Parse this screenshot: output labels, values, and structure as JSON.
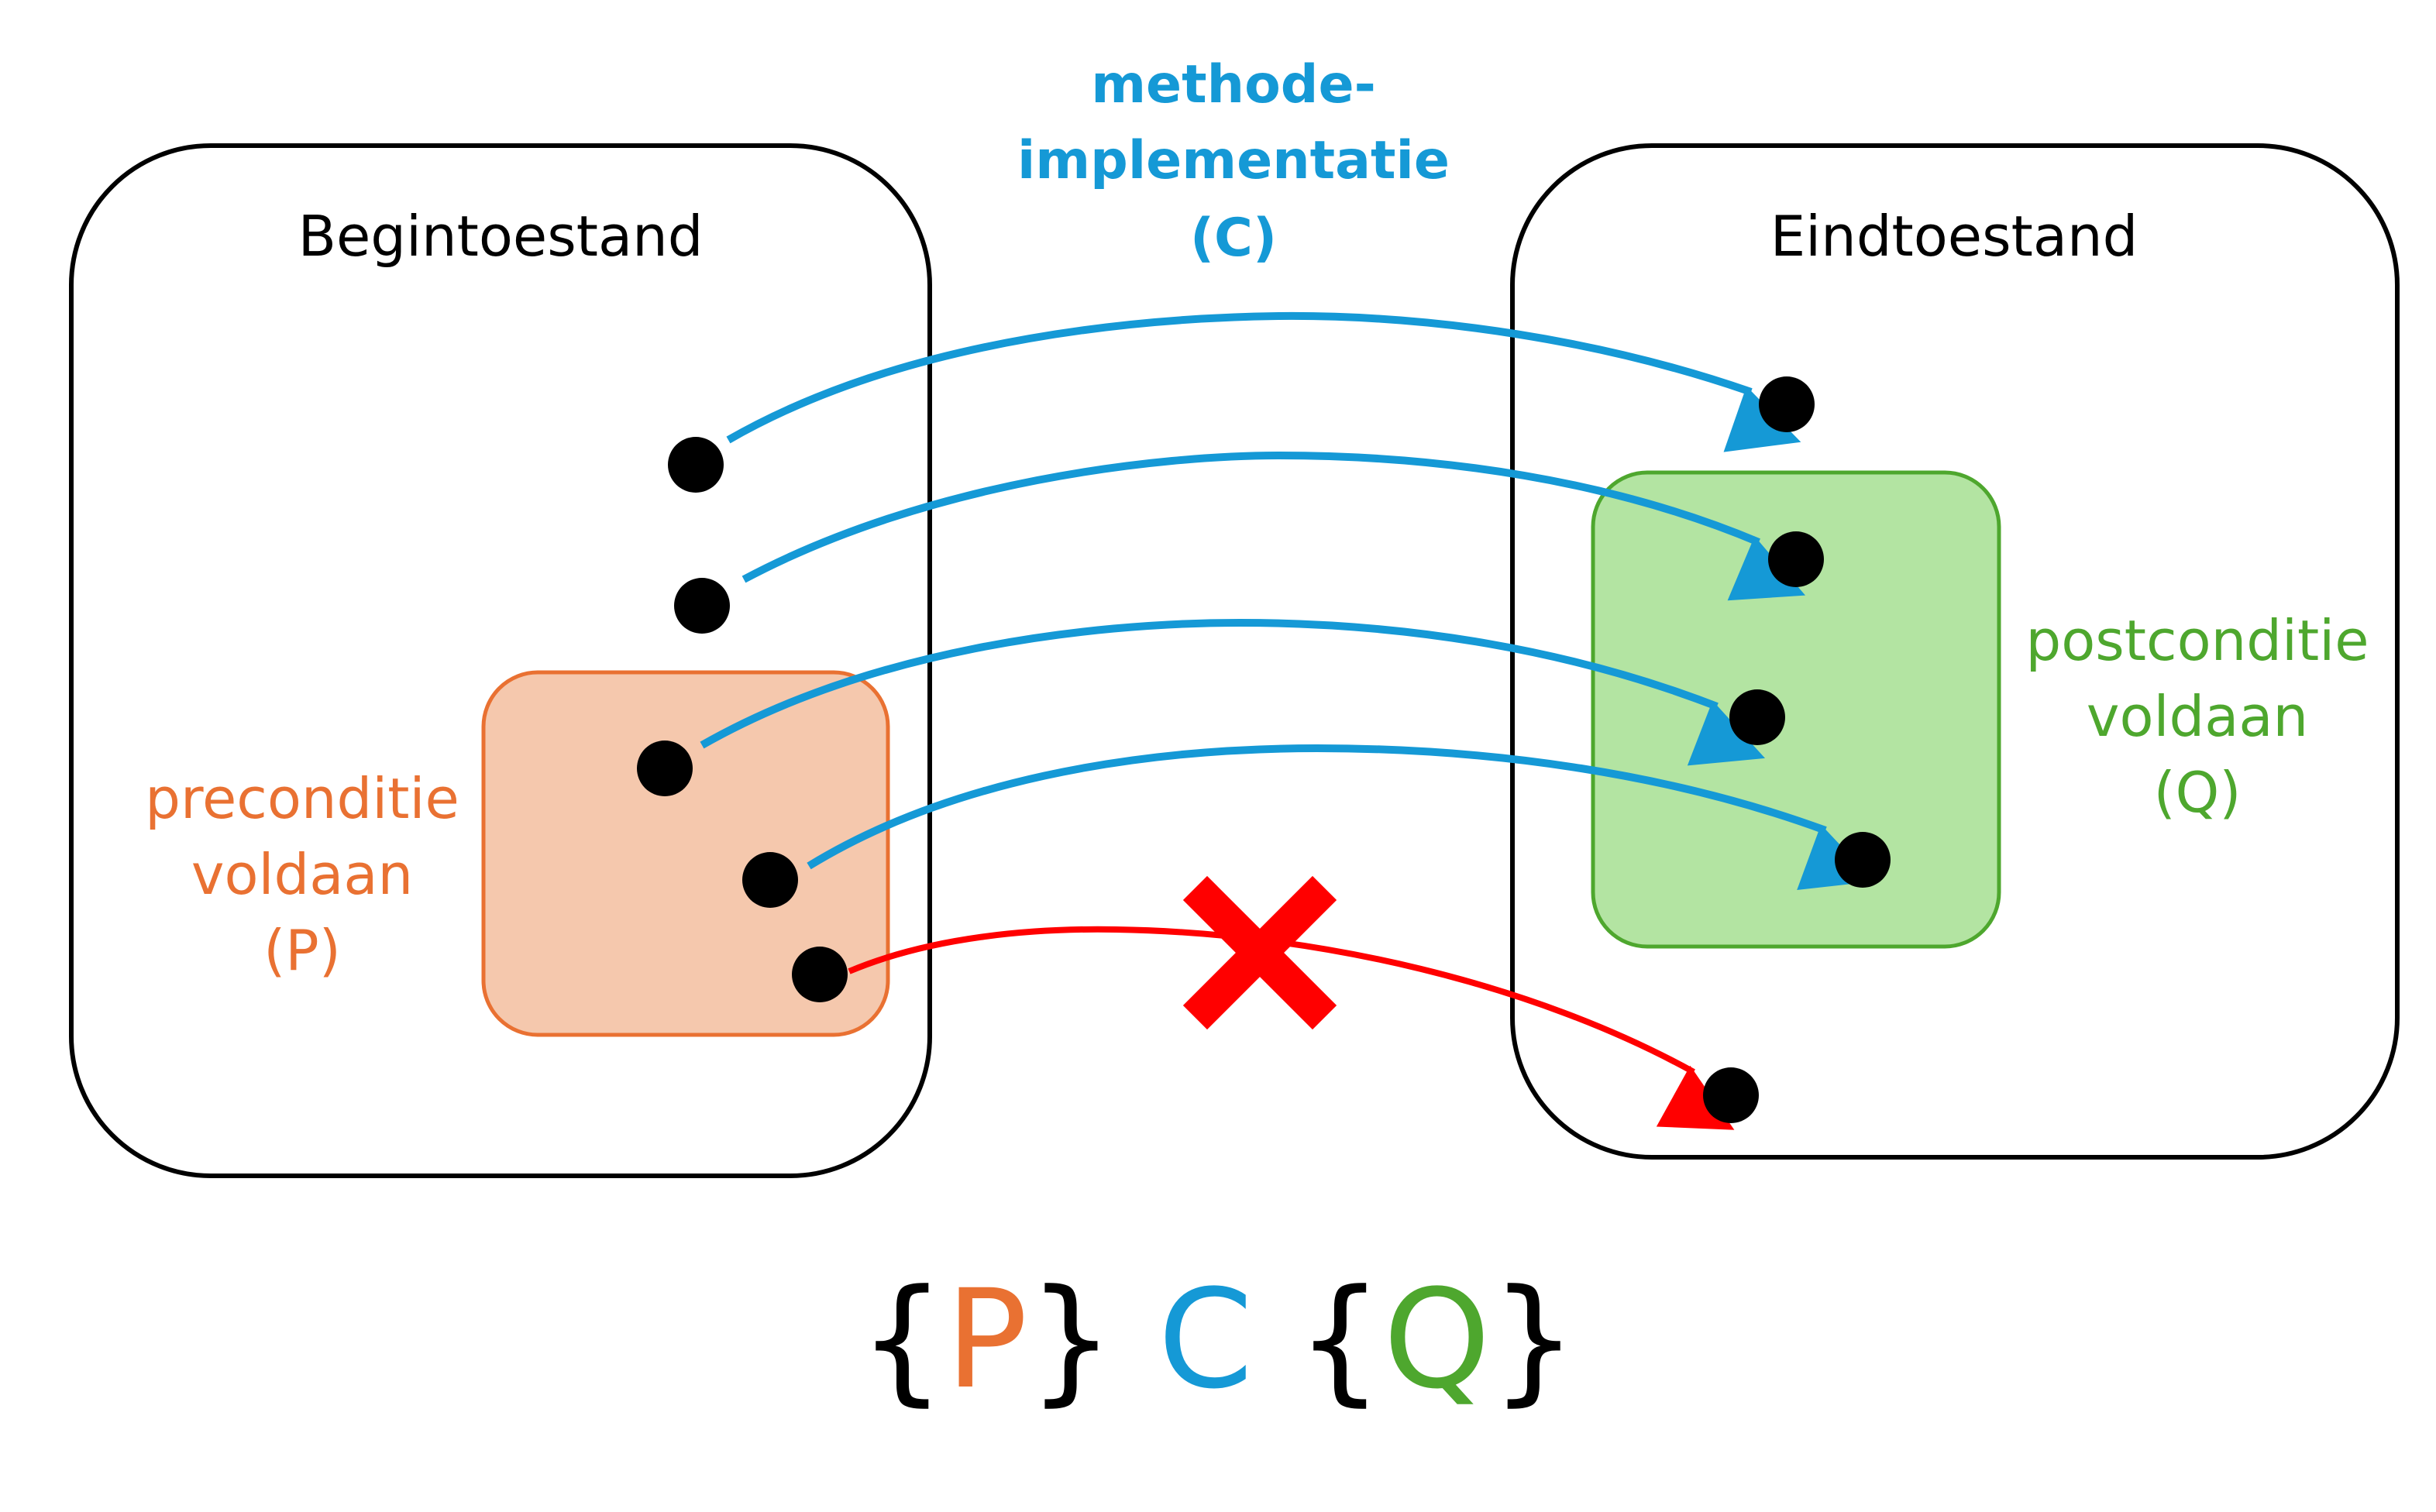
{
  "colors": {
    "precondition": "#e97132",
    "precondition_fill": "#f5c8ad",
    "postcondition": "#4ea72e",
    "postcondition_fill": "#b3e4a2",
    "method": "#1599d6",
    "failure": "#ff0000",
    "ink": "#000000"
  },
  "begin_state": {
    "title": "Begintoestand"
  },
  "end_state": {
    "title": "Eindtoestand"
  },
  "precondition": {
    "line1": "preconditie",
    "line2": "voldaan",
    "line3": "(P)"
  },
  "postcondition": {
    "line1": "postconditie",
    "line2": "voldaan",
    "line3": "(Q)"
  },
  "method": {
    "line1": "methode-",
    "line2": "implementatie",
    "line3": "(C)"
  },
  "formula": {
    "open1": "{",
    "p": "P",
    "close1": "}",
    "c": "C",
    "open2": "{",
    "q": "Q",
    "close2": "}"
  },
  "failure_marker": {
    "icon": "cross-icon"
  }
}
